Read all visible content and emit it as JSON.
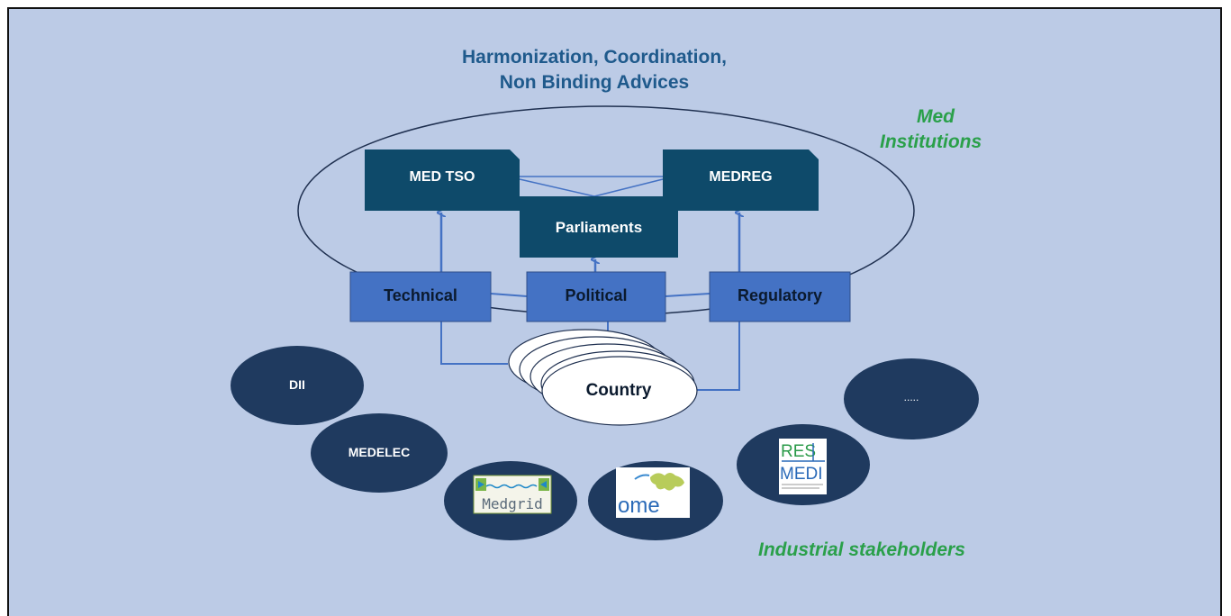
{
  "title": {
    "line1": "Harmonization, Coordination,",
    "line2": "Non Binding Advices"
  },
  "med_institutions": {
    "line1": "Med",
    "line2": "Institutions"
  },
  "institutions": {
    "med_tso": "MED TSO",
    "medreg": "MEDREG",
    "parliaments": "Parliaments"
  },
  "pillars": {
    "technical": "Technical",
    "political": "Political",
    "regulatory": "Regulatory"
  },
  "country": "Country",
  "stakeholders": {
    "dii": "DII",
    "medelec": "MEDELEC",
    "medgrid_logo": "Medgrid",
    "ome_logo": "ome",
    "res4medi_logo_line1": "RES",
    "res4medi_logo_line2": "MEDI",
    "more": ".....",
    "label": "Industrial stakeholders"
  },
  "colors": {
    "background": "#bccbe6",
    "institution_box": "#0e4a6a",
    "pillar_box": "#4472c4",
    "stakeholder_ellipse": "#1f3a5f",
    "connector": "#4472c4",
    "title_text": "#1f5a8c",
    "green_text": "#2aa04a"
  }
}
